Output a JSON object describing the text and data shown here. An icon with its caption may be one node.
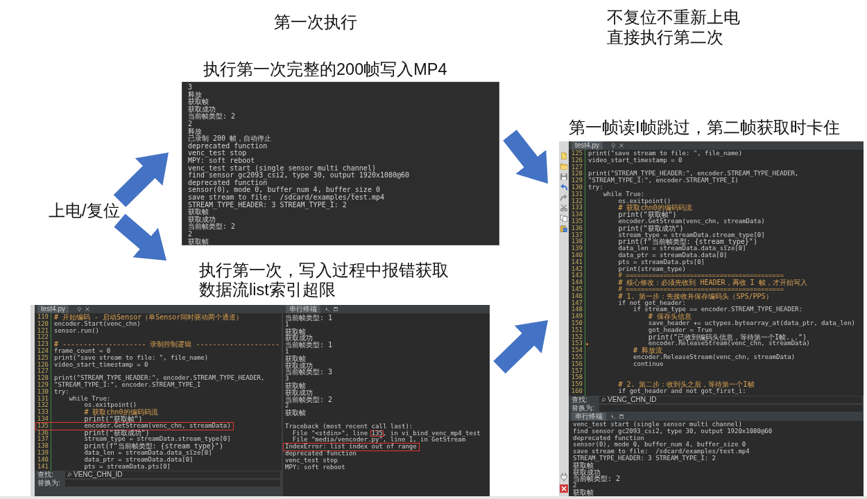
{
  "diagram": {
    "nodes": [
      {
        "text": [
          "上电/复位"
        ]
      },
      {
        "text": [
          "执行第一次完整的200帧写入MP4",
          "3",
          "释放",
          "获取帧",
          "获取成功",
          "当前帧类型: 2",
          "2",
          "释放",
          "已录制 200 帧，自动停止",
          "deprecated function",
          "venc_test stop",
          "MPY: soft reboot",
          "venc_test start (single sensor multi channel)",
          "find sensor gc2093_csi2, type 30, output 1920x1080@60",
          "deprecated function",
          "sensor(0), mode 0, buffer_num 4, buffer_size 0",
          "save stream to file:  /sdcard/examples/test.mp4",
          "STREAM_TYPE_HEADER: 3 STREAM_TYPE_I: 2",
          "获取帧",
          "获取成功",
          "当前帧类型: 2",
          "2",
          "获取帧"
        ]
      },
      {
        "text": [
          "执行第一次，写入过程中报错获取数据流list索引超限",
          "test4.py",
          "查找:",
          "VENC_CHN_ID",
          "替换为:",
          "串行终端"
        ]
      },
      {
        "text": [
          "119 120 121 122 123 124 125 126 127 128 129 130 131 132 133 134 135 136 137 138 139 140 141",
          "# 开始编码 - 启动Sensor（单Sensor同时驱动两个通道）",
          "encoder.Start(venc_chn)",
          "sensor.run()",
          "# -------------------- 录制控制逻辑 --------------------",
          "frame_count = 0",
          "print(\"save stream to file: \", file_name)",
          "video_start_timestamp = 0",
          "print(\"STREAM_TYPE_HEADER:\", encoder.STREAM_TYPE_HEADER, \"STREAM_TYPE_I:\", encoder.STREAM_TYPE_I",
          "try:",
          "while True:",
          "os.exitpoint()",
          "# 获取chn0的编码码流",
          "print(\"获取帧\")",
          "encoder.GetStream(venc_chn, streamData)",
          "print(\"获取成功\")",
          "stream_type = streamData.stream_type[0]",
          "print(f\"当前帧类型: {stream_type}\")",
          "data_len = streamData.data_size[0]",
          "data_ptr = streamData.data[0]",
          "pts = streamData.pts[0]"
        ],
        "in": 2
      },
      {
        "text": [
          "当前帧类型: 1",
          "1",
          "获取帧",
          "获取成功",
          "当前帧类型: 1",
          "1",
          "获取帧",
          "获取成功",
          "当前帧类型: 3",
          "3",
          "获取帧",
          "获取成功",
          "当前帧类型: 2",
          "2",
          "获取帧",
          "Traceback (most recent call last):",
          "File \"<stdin>\", line 135, in vi_bind_venc_mp4_test",
          "File \"media/vencoder.py\", line 1, in GetStream",
          "IndexError: list index out of range",
          "deprecated function",
          "venc_test stop",
          "MPY: soft reboot"
        ],
        "in": 2
      },
      {
        "text": [
          "第一帧读I帧跳过，第二帧获取时卡住",
          "test4.py",
          "查找:",
          "VENC_CHN_ID",
          "替换为:",
          "串行终端"
        ]
      },
      {
        "text": [
          "125 126 127 128 129 130 131 132 133 134 135 136 137 138 139 140 141 142 143 144 145 146 147 148 149 150 151 152 153 154 155 156 157 158 159 160",
          "print(\"save stream to file: \", file_name)",
          "video_start_timestamp = 0",
          "print(\"STREAM_TYPE_HEADER:\", encoder.STREAM_TYPE_HEADER, \"STREAM_TYPE_I:\", encoder.STREAM_TYPE_I)",
          "try:",
          "while True:",
          "os.exitpoint()",
          "# 获取chn0的编码码流",
          "print(\"获取帧\")",
          "encoder.GetStream(venc_chn, streamData)",
          "print(\"获取成功\")",
          "stream_type = streamData.stream_type[0]",
          "print(f\"当前帧类型: {stream_type}\")",
          "data_len = streamData.data_size[0]",
          "data_ptr = streamData.data[0]",
          "pts = streamData.pts[0]",
          "print(stream_type)",
          "# ==========================================",
          "# 核心修改：必须先收到 HEADER，再收 I 帧，才开始写入",
          "# ==========================================",
          "# 1. 第一步：先接收并保存编码头（SPS/PPS）",
          "if not got_header:",
          "if stream_type == encoder.STREAM_TYPE_HEADER:",
          "# 保存头信息",
          "save_header += uctypes.bytearray_at(data_ptr, data_len)",
          "got_header = True",
          "print(\"已收到编码头信息，等待第一个I帧...\")",
          "encoder.ReleaseStream(venc_chn, streamData)",
          "# 释放流",
          "encoder.ReleaseStream(venc_chn, streamData)",
          "continue",
          "# 2. 第二步：收到头之后，等待第一个I帧",
          "if got_header and not got_first_i:"
        ],
        "in": 5
      },
      {
        "text": [
          "venc_test start (single sensor multi channel)",
          "find sensor gc2093_csi2, type 30, output 1920x1080@60",
          "deprecated function",
          "sensor(0), mode 0, buffer_num 4, buffer_size 0",
          "save stream to file:  /sdcard/examples/test.mp4",
          "STREAM_TYPE_HEADER: 3 STREAM_TYPE_I: 2",
          "获取帧",
          "获取成功",
          "当前帧类型: 2",
          "2",
          "获取帧"
        ],
        "in": 5
      }
    ],
    "edges": [
      {
        "from": 0,
        "to": 1,
        "arrow": "to"
      },
      {
        "from": 0,
        "to": 2,
        "arrow": "to"
      },
      {
        "from": 1,
        "to": 5,
        "arrow": "to"
      },
      {
        "from": 2,
        "to": 5,
        "arrow": "to"
      }
    ],
    "labels": [
      "第一次执行",
      "不复位不重新上电直接执行第二次"
    ]
  }
}
